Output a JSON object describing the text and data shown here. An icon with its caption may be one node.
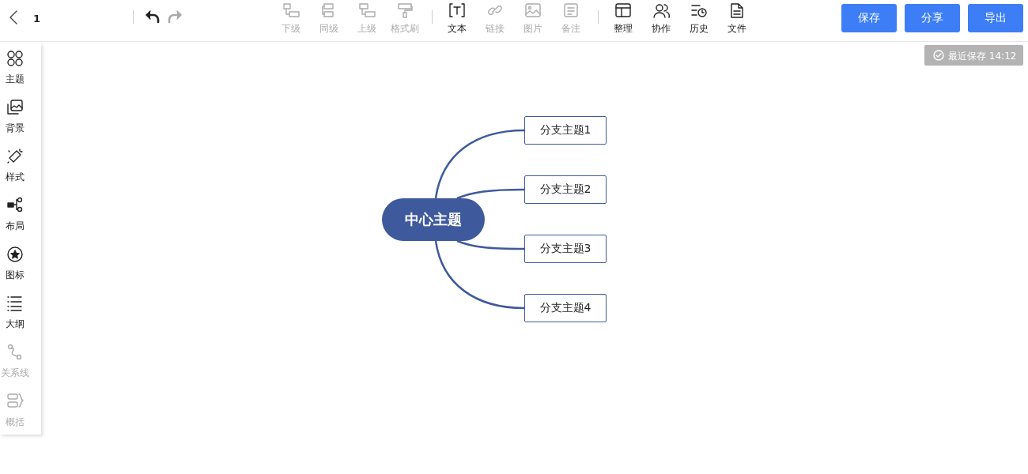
{
  "diagram": {
    "nodes": [
      {
        "text": [
          "中心主题"
        ]
      },
      {
        "text": [
          "分支主题1"
        ]
      },
      {
        "text": [
          "分支主题2"
        ]
      },
      {
        "text": [
          "分支主题3"
        ]
      },
      {
        "text": [
          "分支主题4"
        ]
      }
    ],
    "edges": [
      {
        "from": 0,
        "to": 1,
        "arrow": "none"
      },
      {
        "from": 0,
        "to": 2,
        "arrow": "none"
      },
      {
        "from": 0,
        "to": 3,
        "arrow": "none"
      },
      {
        "from": 0,
        "to": 4,
        "arrow": "none"
      }
    ],
    "labels": [
      "1",
      "下级",
      "同级",
      "上级",
      "格式刷",
      "文本",
      "链接",
      "图片",
      "备注",
      "整理",
      "协作",
      "历史",
      "文件",
      "保存",
      "分享",
      "导出",
      "最近保存 14:12",
      "主题",
      "背景",
      "样式",
      "布局",
      "图标",
      "大纲",
      "关系线",
      "概括"
    ]
  }
}
